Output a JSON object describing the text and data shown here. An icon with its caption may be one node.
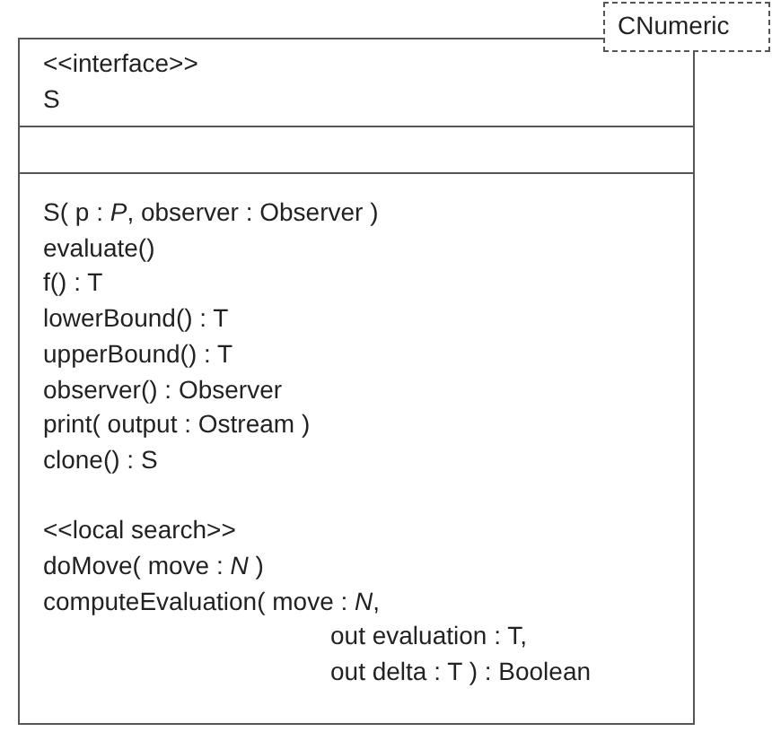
{
  "diagram": {
    "nodes": [
      {
        "text": [
          "<<interface>>",
          "S"
        ]
      },
      {
        "text": [],
        "shape": "box",
        "in": 0
      },
      {
        "text": [
          "S( p : *P*, observer : Observer )",
          "evaluate()",
          "f() : T",
          "lowerBound() : T",
          "upperBound() : T",
          "observer() : Observer",
          "print( output : Ostream )",
          "clone() : S",
          "<<local search>>",
          "doMove( move : *N* )",
          "computeEvaluation( move : *N*, out evaluation : T, out delta : T ) : Boolean"
        ],
        "in": 0
      },
      {
        "text": [
          "CNumeric"
        ]
      }
    ]
  }
}
